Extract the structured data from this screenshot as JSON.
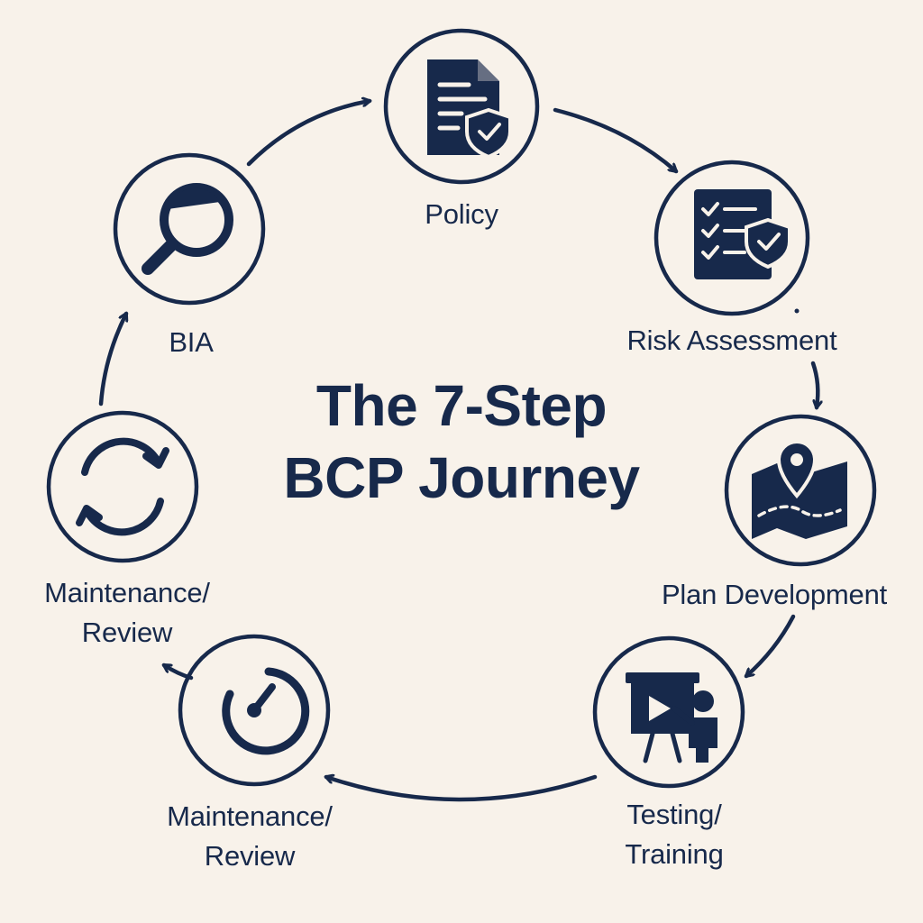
{
  "title": {
    "line1": "The 7-Step",
    "line2": "BCP Journey"
  },
  "colors": {
    "ink": "#17294b",
    "background": "#f8f2ea"
  },
  "steps": [
    {
      "icon": "document-shield-icon",
      "line1": "Policy"
    },
    {
      "icon": "checklist-shield-icon",
      "line1": "Risk Assessment"
    },
    {
      "icon": "map-pin-icon",
      "line1": "Plan Development"
    },
    {
      "icon": "presentation-icon",
      "line1": "Testing/",
      "line2": "Training"
    },
    {
      "icon": "gauge-icon",
      "line1": "Maintenance/",
      "line2": "Review"
    },
    {
      "icon": "refresh-cycle-icon",
      "line1": "Maintenance/",
      "line2": "Review"
    },
    {
      "icon": "magnifier-icon",
      "line1": "BIA"
    }
  ]
}
